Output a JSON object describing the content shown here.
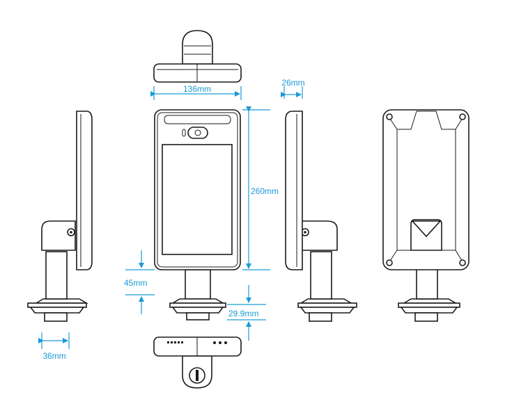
{
  "dimensions": {
    "width": "136mm",
    "depth": "26mm",
    "height": "260mm",
    "stand_offset": "45mm",
    "base_height": "29.9mm",
    "base_width": "36mm"
  },
  "colors": {
    "dimension": "#1a9ad6",
    "outline": "#1a1a1a"
  }
}
